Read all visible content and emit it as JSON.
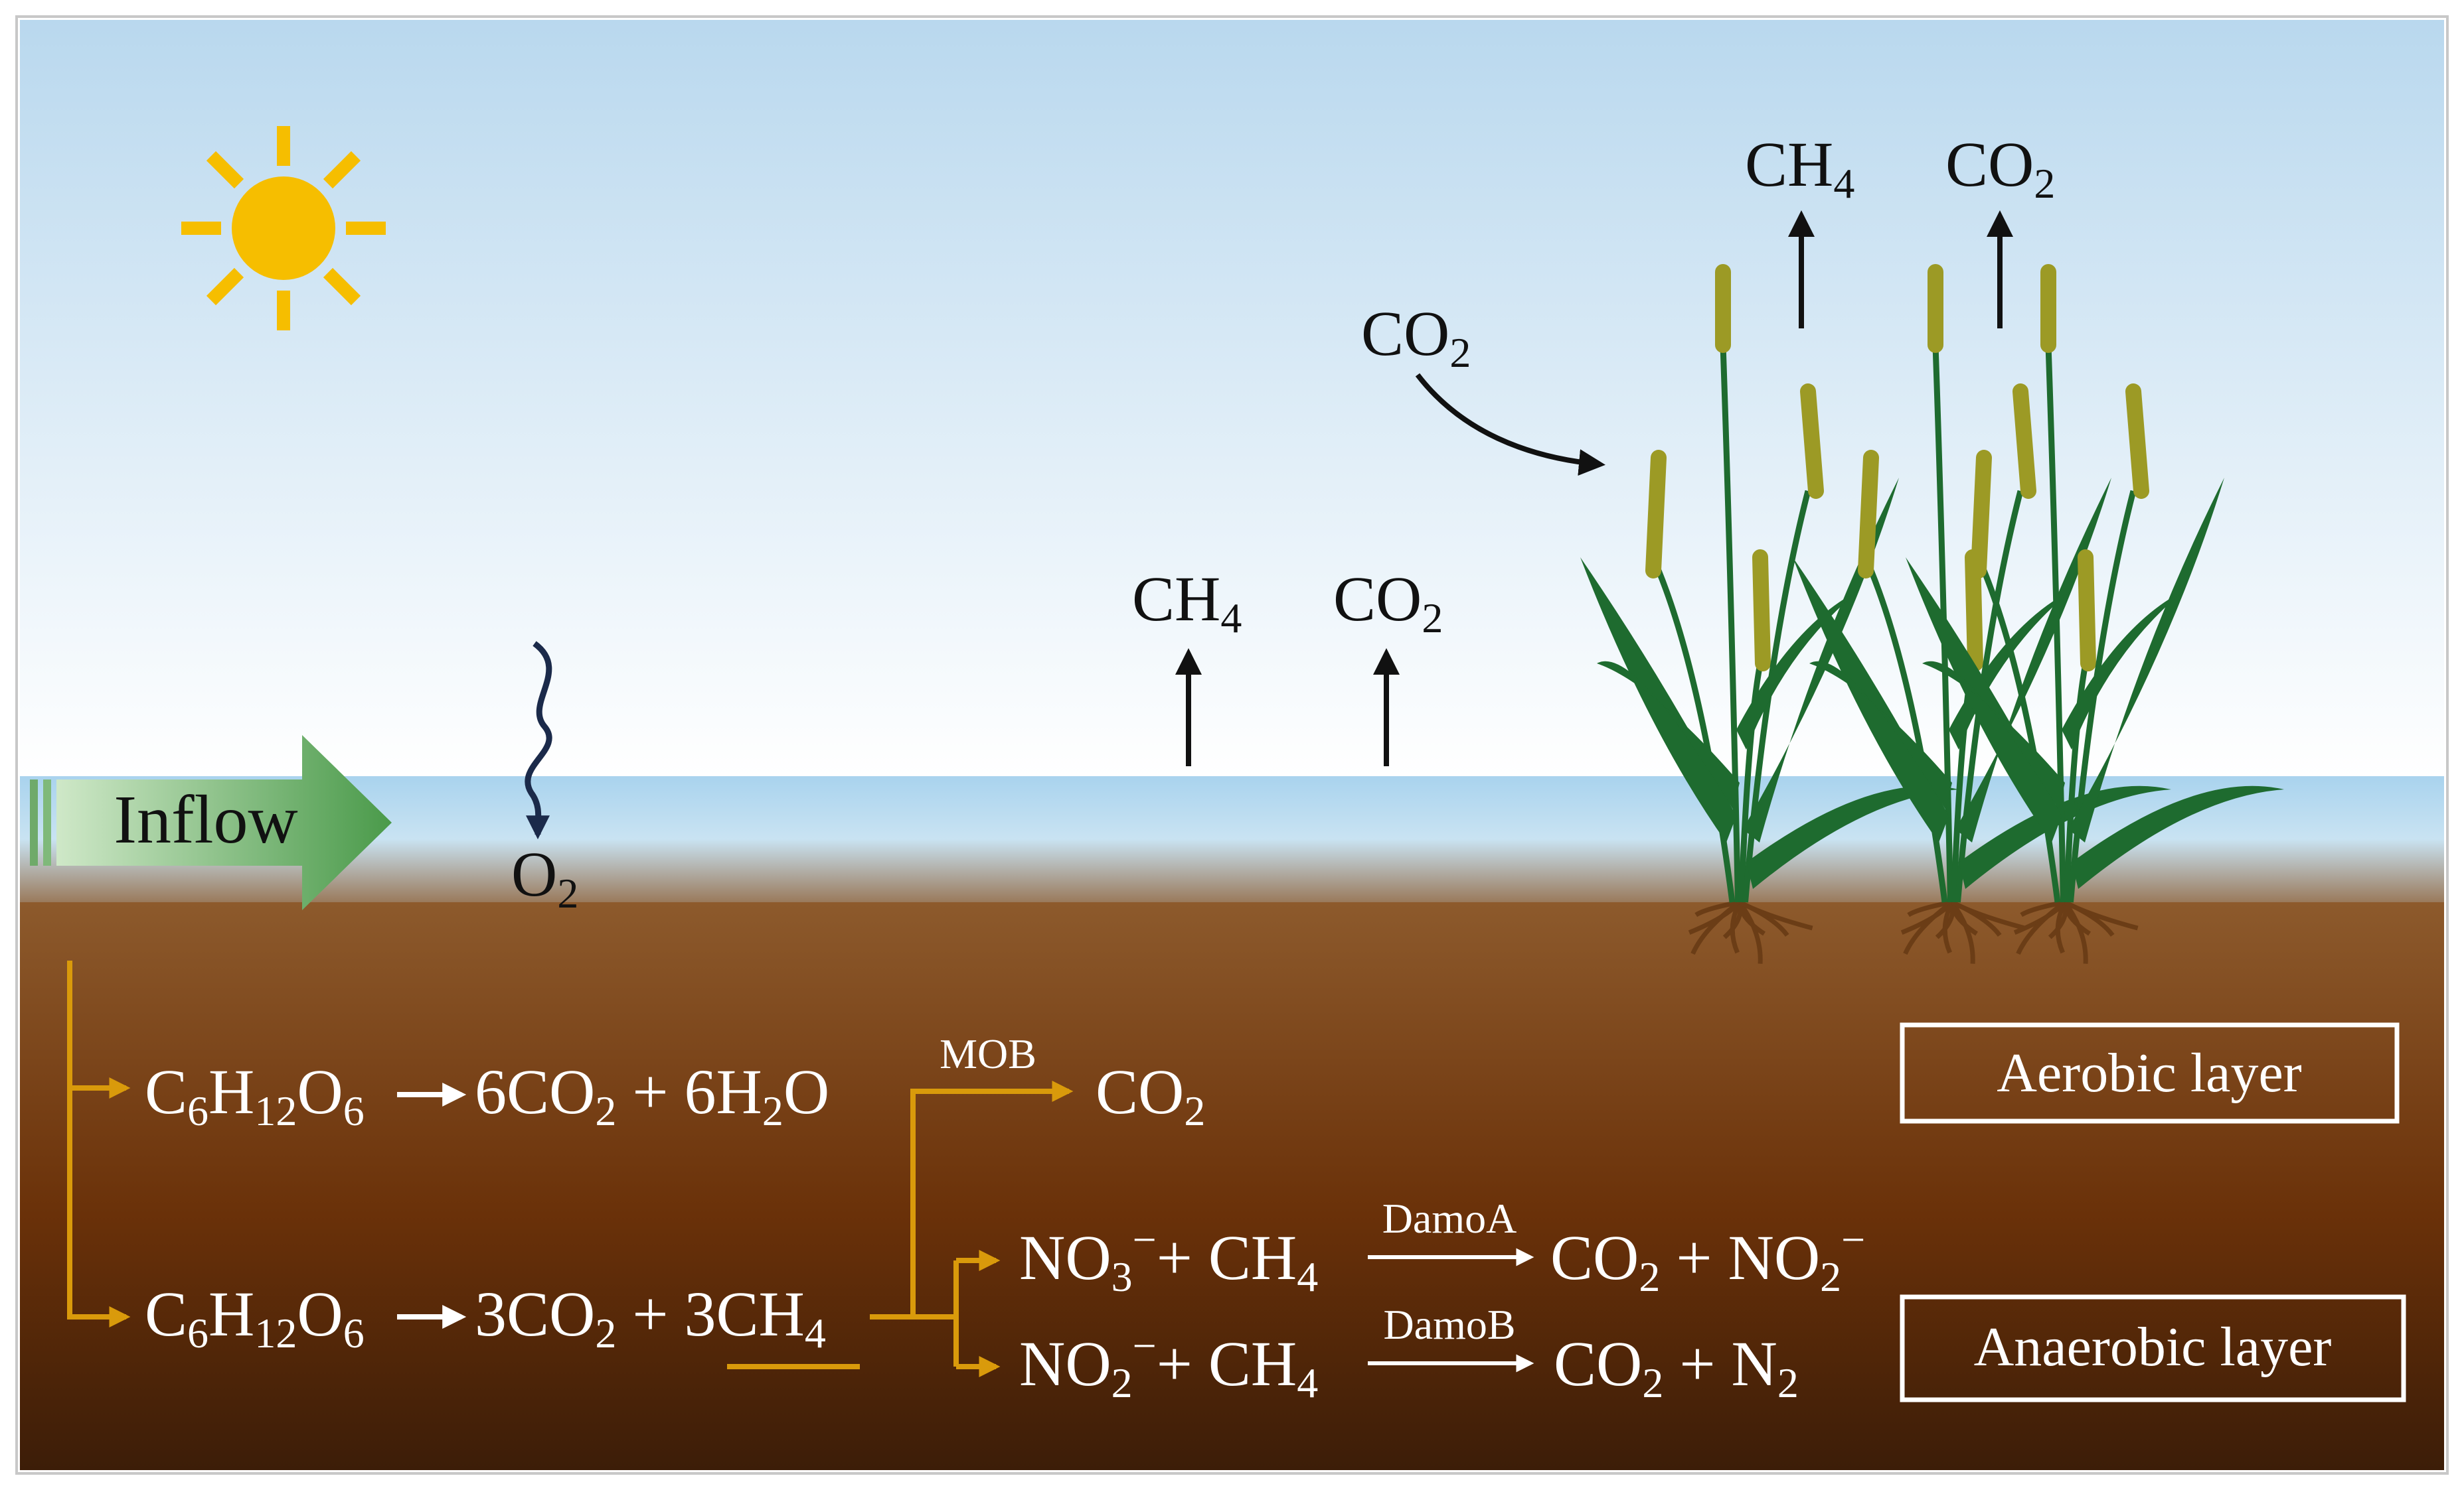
{
  "colors": {
    "sky_top": "#b9d8ee",
    "sky_bottom": "#ffffff",
    "water": "#a9d3ee",
    "soil_top": "#8d5a2c",
    "soil_mid": "#6a3109",
    "soil_bottom": "#3c1d08",
    "pathway_arrow": "#d99a0b",
    "sun": "#f6be00",
    "inflow_arrow_light": "#cfe8c8",
    "inflow_arrow_dark": "#4a9a4a",
    "reed_leaf": "#1e6b2f",
    "reed_head": "#9c9a25",
    "root": "#6b3d16"
  },
  "icons": {
    "sun": "sun-icon",
    "inflow": "inflow-arrow-icon",
    "oxygen_diffusion": "wavy-arrow-icon",
    "plants": "reed-plant-icon"
  },
  "labels": {
    "inflow": "Inflow",
    "oxygen": {
      "main": "O",
      "sub": "2"
    },
    "plant_emission_ch4": {
      "main": "CH",
      "sub": "4"
    },
    "plant_emission_co2": {
      "main": "CO",
      "sub": "2"
    },
    "plant_uptake_co2": {
      "main": "CO",
      "sub": "2"
    },
    "water_emission_ch4": {
      "main": "CH",
      "sub": "4"
    },
    "water_emission_co2": {
      "main": "CO",
      "sub": "2"
    },
    "aerobic_layer": "Aerobic layer",
    "anaerobic_layer": "Anaerobic layer",
    "mob": "MOB",
    "damoa": "DamoA",
    "damob": "DamoB"
  },
  "reactions": {
    "aerobic_glucose": {
      "reactant": [
        [
          "C",
          ""
        ],
        [
          "6",
          "sub"
        ],
        [
          "H",
          ""
        ],
        [
          "12",
          "sub"
        ],
        [
          "O",
          ""
        ],
        [
          "6",
          "sub"
        ]
      ],
      "products": [
        [
          "6CO",
          ""
        ],
        [
          "2",
          "sub"
        ],
        [
          " + 6H",
          ""
        ],
        [
          "2",
          "sub"
        ],
        [
          "O",
          ""
        ]
      ]
    },
    "anaerobic_glucose": {
      "reactant": [
        [
          "C",
          ""
        ],
        [
          "6",
          "sub"
        ],
        [
          "H",
          ""
        ],
        [
          "12",
          "sub"
        ],
        [
          "O",
          ""
        ],
        [
          "6",
          "sub"
        ]
      ],
      "products": [
        [
          "3CO",
          ""
        ],
        [
          "2",
          "sub"
        ],
        [
          " + 3CH",
          ""
        ],
        [
          "4",
          "sub"
        ]
      ]
    },
    "methane_oxidation": {
      "products": [
        [
          "CO",
          ""
        ],
        [
          "2",
          "sub"
        ]
      ]
    },
    "damo_nitrate": {
      "reactants": [
        [
          "NO",
          ""
        ],
        [
          "3",
          "sub"
        ],
        [
          "−",
          "sup"
        ],
        [
          "+ CH",
          ""
        ],
        [
          "4",
          "sub"
        ]
      ],
      "products": [
        [
          "CO",
          ""
        ],
        [
          "2",
          "sub"
        ],
        [
          " + NO",
          ""
        ],
        [
          "2",
          "sub"
        ],
        [
          "−",
          "sup"
        ]
      ]
    },
    "damo_nitrite": {
      "reactants": [
        [
          "NO",
          ""
        ],
        [
          "2",
          "sub"
        ],
        [
          "−",
          "sup"
        ],
        [
          "+ CH",
          ""
        ],
        [
          "4",
          "sub"
        ]
      ],
      "products": [
        [
          "CO",
          ""
        ],
        [
          "2",
          "sub"
        ],
        [
          " + N",
          ""
        ],
        [
          "2",
          "sub"
        ]
      ]
    }
  }
}
